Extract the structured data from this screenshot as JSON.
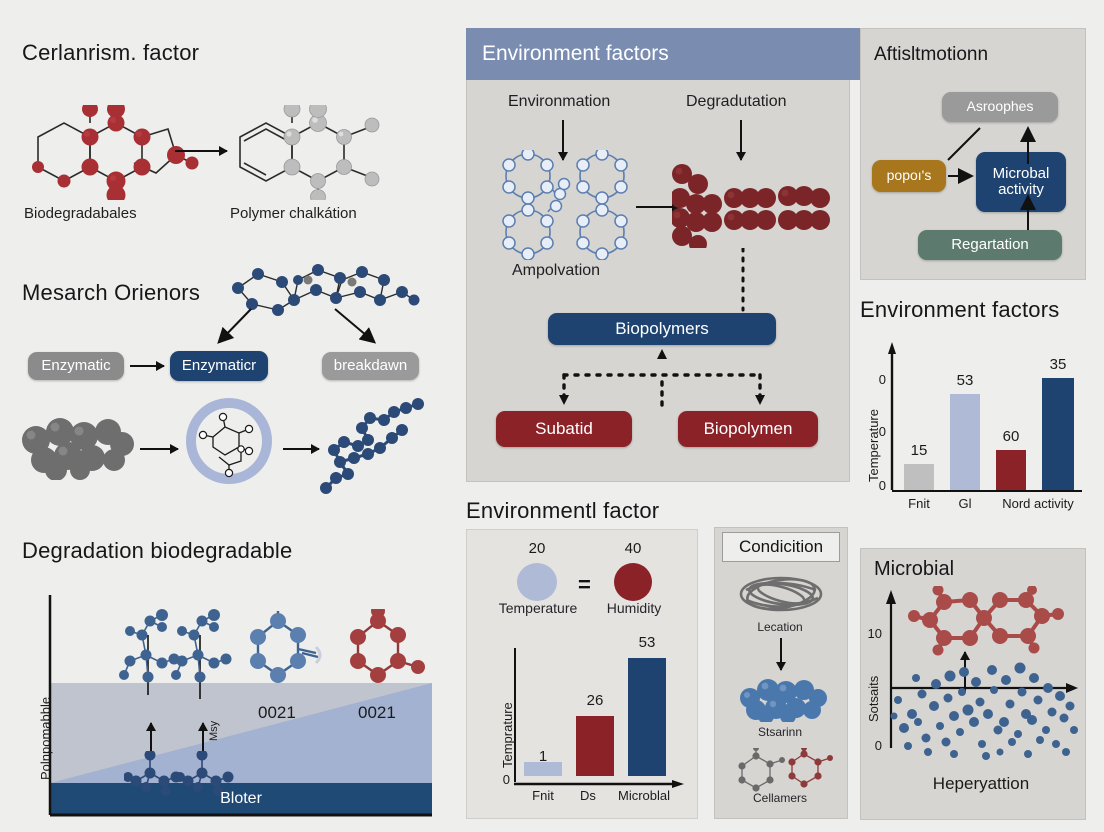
{
  "theme": {
    "background": "#eeeeec",
    "panel_bg": "#d6d5d1",
    "panel_light": "#e4e3e0",
    "navy": "#1f4370",
    "dark_red": "#8b2228",
    "light_blue": "#aebad6",
    "gray": "#bfbfbf",
    "slate_header": "#7a8cb0",
    "ochre": "#a8761d",
    "green": "#5c7a6d"
  },
  "left_column": {
    "section1": {
      "title": "Cerlanrism. factor",
      "left_molecule_label": "Biodegradabales",
      "right_molecule_label": "Polymer chalkátion"
    },
    "section2": {
      "title": "Mesarch Orienors",
      "pill_left": "Enzymatic",
      "pill_center": "Enzymaticr",
      "pill_right": "breakdawn"
    },
    "section3": {
      "title": "Degradation biodegradable",
      "y_axis_label": "Polnpomabble",
      "tick_label": "Msy",
      "value_1": "0021",
      "value_2": "0021",
      "base_band_label": "Bloter"
    }
  },
  "center_column": {
    "panel_header": "Environment factors",
    "top_left_label": "Environmation",
    "top_right_label": "Degradutation",
    "bottom_left_label": "Ampolvation",
    "box_top": "Biopolymers",
    "box_left": "Subatid",
    "box_right": "Biopolymen"
  },
  "bottom_center_chart": {
    "title": "Environmentl factor",
    "legend": [
      {
        "label": "Temperature",
        "value": "20",
        "color": "#aebad6"
      },
      {
        "label": "Humidity",
        "value": "40",
        "color": "#8b2228"
      }
    ],
    "equals_glyph": "=",
    "chart_data": {
      "type": "bar",
      "title": "Environmentl factor",
      "xlabel": "",
      "ylabel": "Temprature",
      "categories": [
        "Fnit",
        "Ds",
        "Microblal"
      ],
      "values": [
        1,
        26,
        53
      ],
      "value_labels": [
        "1",
        "26",
        "53"
      ],
      "colors": [
        "#aebad6",
        "#8b2228",
        "#1f4370"
      ],
      "yticks": [
        "0"
      ],
      "ylim": [
        0,
        62
      ],
      "grid": false,
      "legend_position": "top"
    }
  },
  "condition_panel": {
    "header": "Condicition",
    "item1_label": "Lecation",
    "item2_label": "Stsarinn",
    "item3_label": "Cellamers"
  },
  "right_column": {
    "top_panel": {
      "title": "Aftisltmotionn",
      "box_top": "Asroophes",
      "box_left": "popoı's",
      "box_center": "Microbal activity",
      "box_center_line1": "Microbal",
      "box_center_line2": "activity",
      "box_bottom": "Regartation"
    },
    "mid_chart": {
      "title": "Environment factors",
      "chart_data": {
        "type": "bar",
        "title": "Environment factors",
        "xlabel": "",
        "ylabel": "Temperature",
        "categories": [
          "Fnit",
          "Gl",
          "Nord activity"
        ],
        "values": [
          15,
          53,
          60,
          35
        ],
        "value_labels": [
          "15",
          "53",
          "60",
          "35"
        ],
        "bar_labels": [
          "15",
          "53",
          "60",
          "35"
        ],
        "colors": [
          "#bfbfbf",
          "#aebad6",
          "#8b2228",
          "#1f4370"
        ],
        "yticks": [
          "0",
          "0",
          "0"
        ],
        "ylim": [
          0,
          72
        ],
        "grid": false,
        "legend_position": "none"
      }
    },
    "bottom_chart": {
      "title": "Microbial",
      "chart_data": {
        "type": "scatter",
        "title": "Microbial",
        "xlabel": "Heperyattion",
        "ylabel": "Sotsaits",
        "yticks": [
          "10",
          "0"
        ],
        "grid": false,
        "point_color": "#3f6390",
        "highlight_color": "#a94b49"
      }
    }
  }
}
